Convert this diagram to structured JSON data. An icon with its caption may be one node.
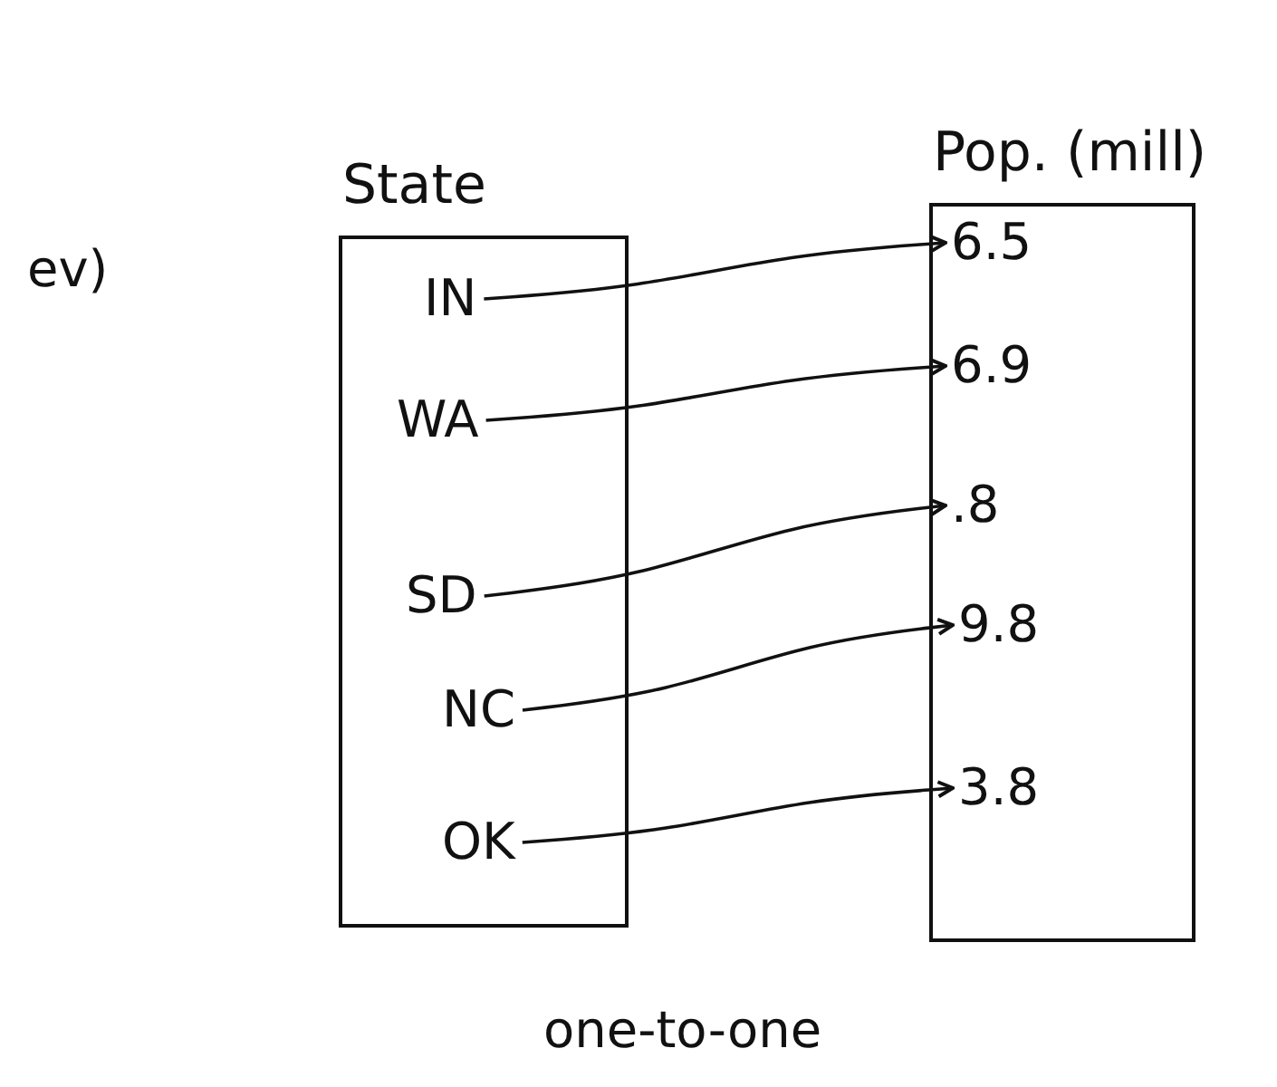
{
  "diagram": {
    "nodes": [
      {
        "text": [
          "State"
        ]
      },
      {
        "text": [
          "Pop. (mill)"
        ]
      },
      {
        "text": [
          "IN"
        ],
        "in": 0
      },
      {
        "text": [
          "WA"
        ],
        "in": 0
      },
      {
        "text": [
          "SD"
        ],
        "in": 0
      },
      {
        "text": [
          "NC"
        ],
        "in": 0
      },
      {
        "text": [
          "OK"
        ],
        "in": 0
      },
      {
        "text": [
          "6.5"
        ],
        "in": 1
      },
      {
        "text": [
          "6.9"
        ],
        "in": 1
      },
      {
        "text": [
          ".8"
        ],
        "in": 1
      },
      {
        "text": [
          "9.8"
        ],
        "in": 1
      },
      {
        "text": [
          "3.8"
        ],
        "in": 1
      }
    ],
    "edges": [
      {
        "from": 2,
        "to": 7,
        "arrow": "to"
      },
      {
        "from": 3,
        "to": 8,
        "arrow": "to"
      },
      {
        "from": 4,
        "to": 9,
        "arrow": "to"
      },
      {
        "from": 5,
        "to": 10,
        "arrow": "to"
      },
      {
        "from": 6,
        "to": 11,
        "arrow": "to"
      }
    ],
    "labels": [
      "ev)",
      "one-to-one"
    ]
  }
}
